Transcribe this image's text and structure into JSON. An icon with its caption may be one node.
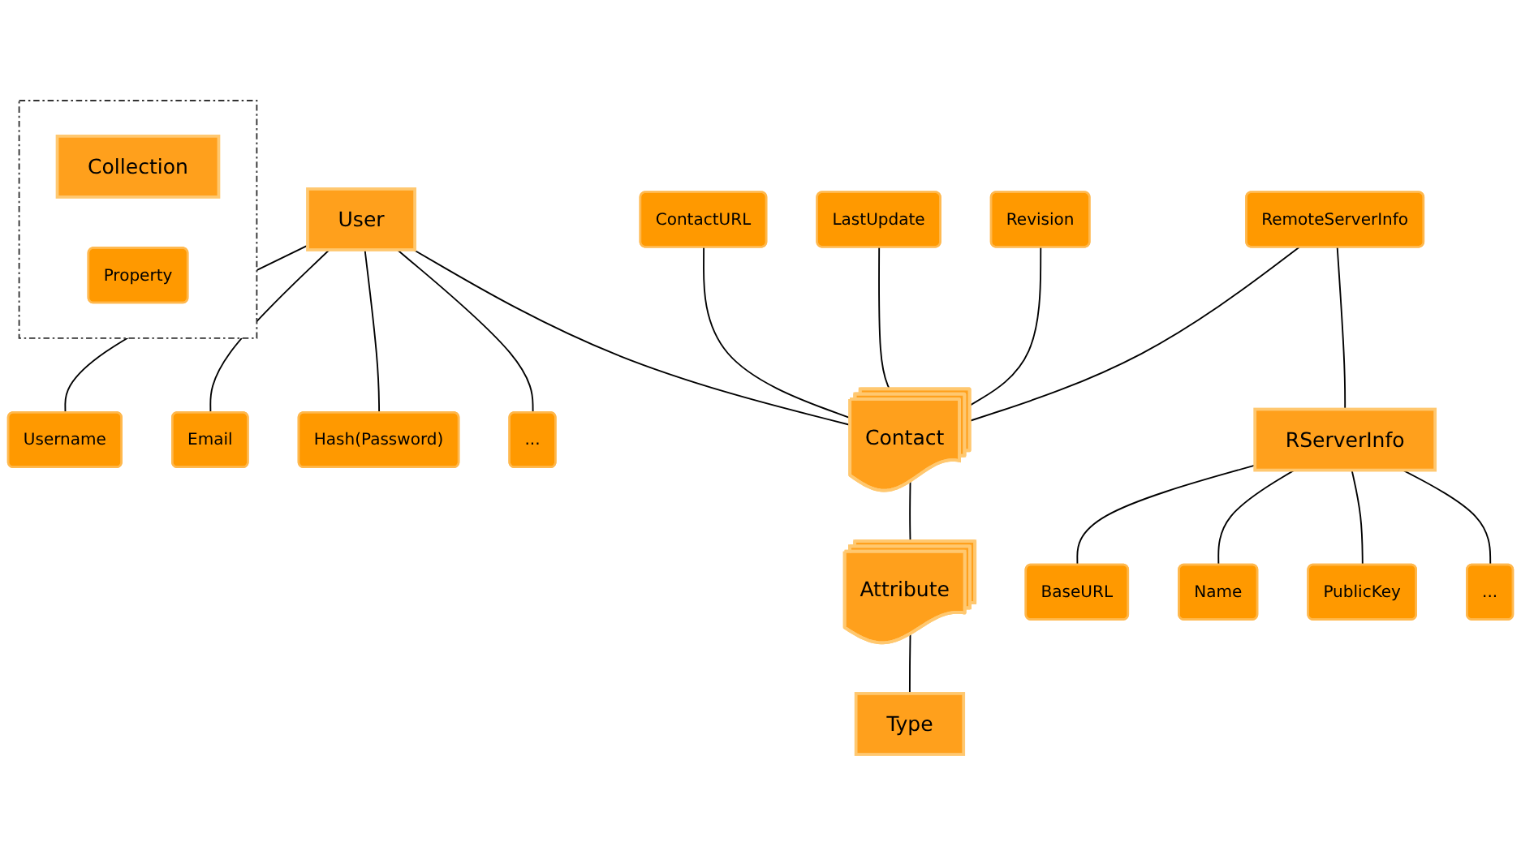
{
  "diagram": {
    "nodes": [
      {
        "text": [],
        "shape": "box"
      },
      {
        "text": [
          "Collection"
        ],
        "in": 0
      },
      {
        "text": [
          "Property"
        ],
        "in": 0
      },
      {
        "text": [
          "User"
        ]
      },
      {
        "text": [
          "Username"
        ]
      },
      {
        "text": [
          "Email"
        ]
      },
      {
        "text": [
          "Hash(Password)"
        ]
      },
      {
        "text": [
          "..."
        ]
      },
      {
        "text": [
          "Contact"
        ]
      },
      {
        "text": [
          "ContactURL"
        ]
      },
      {
        "text": [
          "LastUpdate"
        ]
      },
      {
        "text": [
          "Revision"
        ]
      },
      {
        "text": [
          "RemoteServerInfo"
        ]
      },
      {
        "text": [
          "Attribute"
        ]
      },
      {
        "text": [
          "Type"
        ]
      },
      {
        "text": [
          "RServerInfo"
        ]
      },
      {
        "text": [
          "BaseURL"
        ]
      },
      {
        "text": [
          "Name"
        ]
      },
      {
        "text": [
          "PublicKey"
        ]
      },
      {
        "text": [
          "..."
        ]
      }
    ],
    "edges": [
      {
        "from": 3,
        "to": 4,
        "arrow": "none"
      },
      {
        "from": 3,
        "to": 5,
        "arrow": "none"
      },
      {
        "from": 3,
        "to": 6,
        "arrow": "none"
      },
      {
        "from": 3,
        "to": 7,
        "arrow": "none"
      },
      {
        "from": 3,
        "to": 8,
        "arrow": "none"
      },
      {
        "from": 9,
        "to": 8,
        "arrow": "none"
      },
      {
        "from": 10,
        "to": 8,
        "arrow": "none"
      },
      {
        "from": 11,
        "to": 8,
        "arrow": "none"
      },
      {
        "from": 12,
        "to": 8,
        "arrow": "none"
      },
      {
        "from": 8,
        "to": 13,
        "arrow": "none"
      },
      {
        "from": 13,
        "to": 14,
        "arrow": "none"
      },
      {
        "from": 12,
        "to": 15,
        "arrow": "none"
      },
      {
        "from": 15,
        "to": 16,
        "arrow": "none"
      },
      {
        "from": 15,
        "to": 17,
        "arrow": "none"
      },
      {
        "from": 15,
        "to": 18,
        "arrow": "none"
      },
      {
        "from": 15,
        "to": 19,
        "arrow": "none"
      }
    ]
  }
}
